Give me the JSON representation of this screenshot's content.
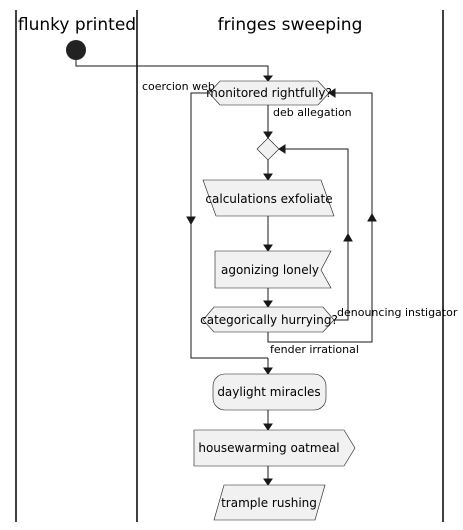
{
  "swimlanes": [
    {
      "title": "flunky printed"
    },
    {
      "title": "fringes sweeping"
    }
  ],
  "nodes": {
    "decision_monitored": "monitored rightfully?",
    "calculations": "calculations exfoliate",
    "agonizing": "agonizing lonely",
    "decision_categorically": "categorically hurrying?",
    "daylight": "daylight miracles",
    "housewarming": "housewarming oatmeal",
    "trample": "trample rushing"
  },
  "edge_labels": {
    "coercion": "coercion web",
    "deb": "deb allegation",
    "denouncing": "denouncing instigator",
    "fender": "fender irrational"
  }
}
